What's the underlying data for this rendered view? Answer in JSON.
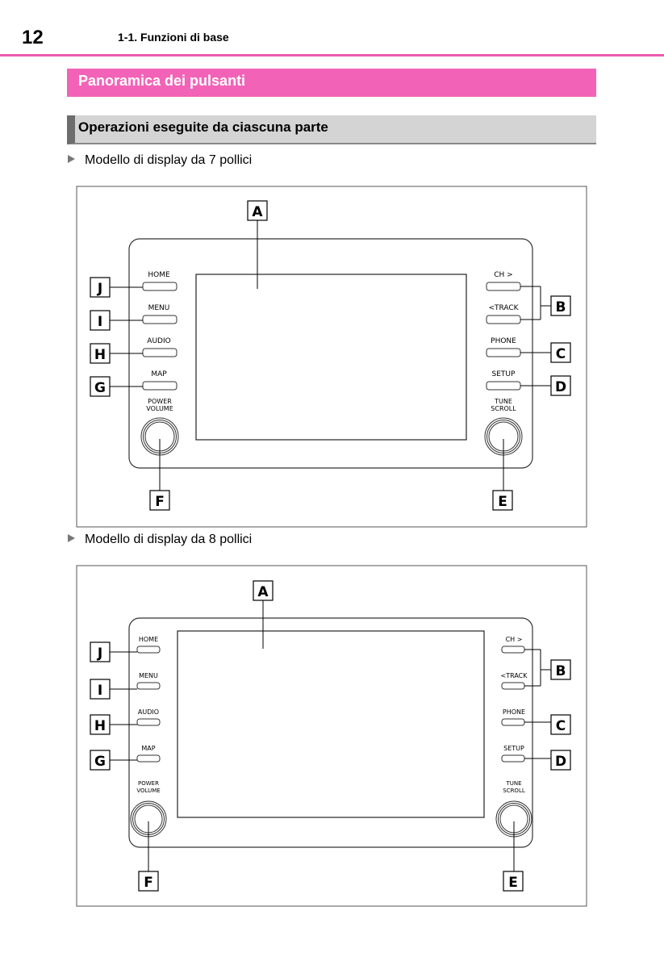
{
  "header": {
    "page_number": "12",
    "chapter": "1-1. Funzioni di base"
  },
  "section_title": "Panoramica dei pulsanti",
  "subsection_title": "Operazioni eseguite da ciascuna parte",
  "figures": [
    {
      "caption": "Modello di display da 7 pollici",
      "left_buttons": [
        "HOME",
        "MENU",
        "AUDIO",
        "MAP"
      ],
      "left_labels": [
        "J",
        "I",
        "H",
        "G"
      ],
      "right_buttons": [
        "CH >",
        "<TRACK",
        "PHONE",
        "SETUP"
      ],
      "right_labels": [
        "B",
        "C",
        "D"
      ],
      "left_knob": [
        "POWER",
        "VOLUME"
      ],
      "right_knob": [
        "TUNE",
        "SCROLL"
      ],
      "screen_label": "A",
      "left_knob_label": "F",
      "right_knob_label": "E"
    },
    {
      "caption": "Modello di display da 8 pollici",
      "left_buttons": [
        "HOME",
        "MENU",
        "AUDIO",
        "MAP"
      ],
      "left_labels": [
        "J",
        "I",
        "H",
        "G"
      ],
      "right_buttons": [
        "CH >",
        "<TRACK",
        "PHONE",
        "SETUP"
      ],
      "right_labels": [
        "B",
        "C",
        "D"
      ],
      "left_knob": [
        "POWER",
        "VOLUME"
      ],
      "right_knob": [
        "TUNE",
        "SCROLL"
      ],
      "screen_label": "A",
      "left_knob_label": "F",
      "right_knob_label": "E"
    }
  ]
}
